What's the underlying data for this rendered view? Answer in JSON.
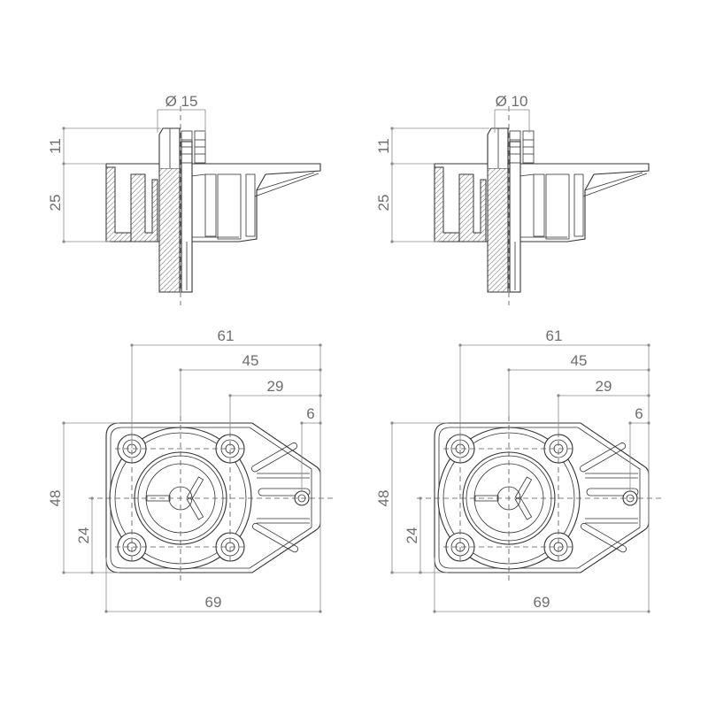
{
  "drawings": [
    {
      "name": "left",
      "diameter_label": "Ø 15",
      "height_top_label": "11",
      "height_body_label": "25",
      "width_61_label": "61",
      "width_45_label": "45",
      "width_29_label": "29",
      "width_6_label": "6",
      "height_48_label": "48",
      "height_24_label": "24",
      "width_69_label": "69"
    },
    {
      "name": "right",
      "diameter_label": "Ø 10",
      "height_top_label": "11",
      "height_body_label": "25",
      "width_61_label": "61",
      "width_45_label": "45",
      "width_29_label": "29",
      "width_6_label": "6",
      "height_48_label": "48",
      "height_24_label": "24",
      "width_69_label": "69"
    }
  ]
}
